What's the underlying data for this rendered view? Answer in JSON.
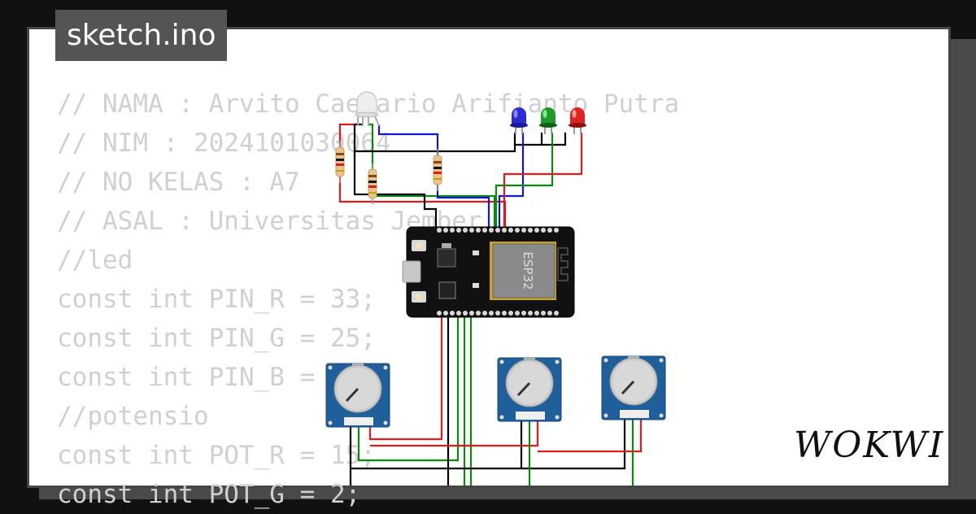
{
  "title": "sketch.ino",
  "brand": "WOKWI",
  "code_lines": [
    "// NAMA : Arvito Caesario Arifianto Putra",
    "// NIM : 2024101030064",
    "// NO KELAS : A7",
    "// ASAL : Universitas Jember",
    "//led",
    "const int PIN_R = 33;",
    "const int PIN_G = 25;",
    "const int PIN_B = 26;",
    "//potensio",
    "const int POT_R = 15;",
    "const int POT_G = 2;"
  ],
  "board": {
    "chip_label": "ESP32"
  },
  "colors": {
    "background": "#111111",
    "tab": "#545454",
    "wire_red": "#e11b1b",
    "wire_green": "#0a8a0a",
    "wire_blue": "#1515d4",
    "wire_black": "#000000",
    "pot_blue": "#1e5f9c"
  },
  "components": [
    "rgb-led",
    "blue-led",
    "green-led",
    "red-led",
    "resistor",
    "esp32-devkit",
    "potentiometer"
  ]
}
